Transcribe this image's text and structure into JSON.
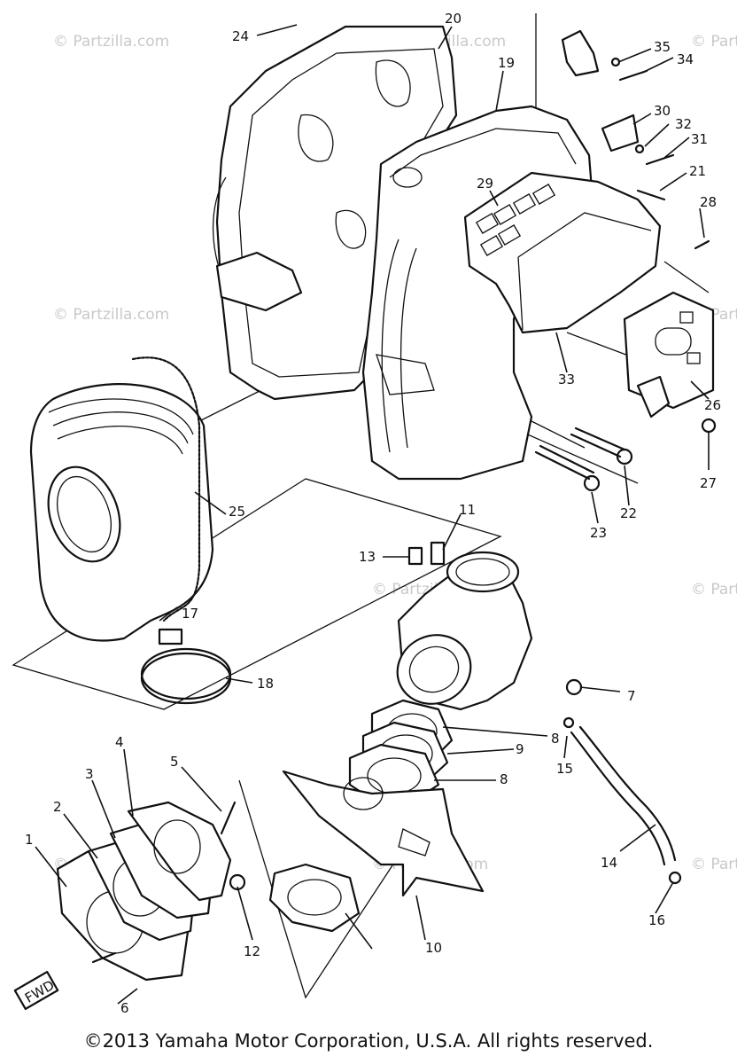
{
  "watermark": "© Partzilla.com",
  "fwd_label": "FWD",
  "copyright": "©2013  Yamaha Motor Corporation, U.S.A. All rights reserved.",
  "callouts": [
    "1",
    "2",
    "3",
    "4",
    "5",
    "6",
    "7",
    "8",
    "9",
    "10",
    "11",
    "12",
    "13",
    "14",
    "15",
    "16",
    "17",
    "18",
    "19",
    "20",
    "21",
    "22",
    "23",
    "24",
    "25",
    "26",
    "27",
    "28",
    "29",
    "30",
    "31",
    "32",
    "33",
    "34",
    "35"
  ]
}
